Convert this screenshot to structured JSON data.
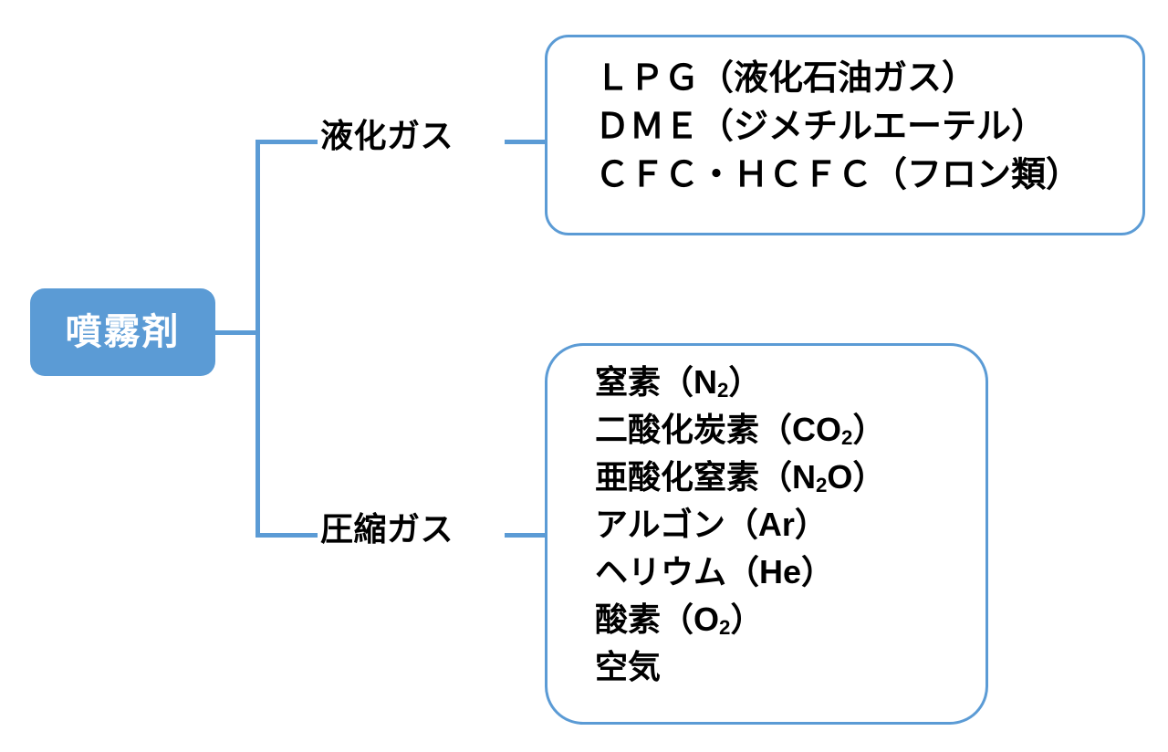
{
  "diagram": {
    "type": "tree",
    "accent_color": "#5b9bd5",
    "root": {
      "label": "噴霧剤",
      "text_color": "#ffffff",
      "fill_color": "#5b9bd5"
    },
    "branches": [
      {
        "label": "液化ガス",
        "items": [
          "ＬＰＧ（液化石油ガス）",
          "ＤＭＥ（ジメチルエーテル）",
          "ＣＦＣ・ＨＣＦＣ（フロン類）"
        ]
      },
      {
        "label": "圧縮ガス",
        "items": [
          "窒素（N2）",
          "二酸化炭素（CO2）",
          "亜酸化窒素（N2O）",
          "アルゴン（Ar）",
          "ヘリウム（He）",
          "酸素（O2）",
          "空気"
        ]
      }
    ]
  }
}
